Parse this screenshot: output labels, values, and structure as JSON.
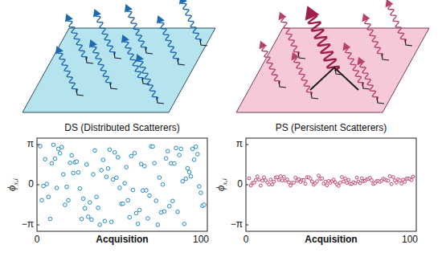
{
  "diagram": {
    "labels": [
      "DS (Distributed Scatterers)",
      "π",
      "0",
      "−π",
      "ϕ",
      "x,i",
      "Acquisition",
      "0",
      "100",
      "PS (Persistent Scatterers)",
      "π",
      "0",
      "−π",
      "ϕ",
      "x,i",
      "Acquisition",
      "0",
      "100"
    ]
  }
}
